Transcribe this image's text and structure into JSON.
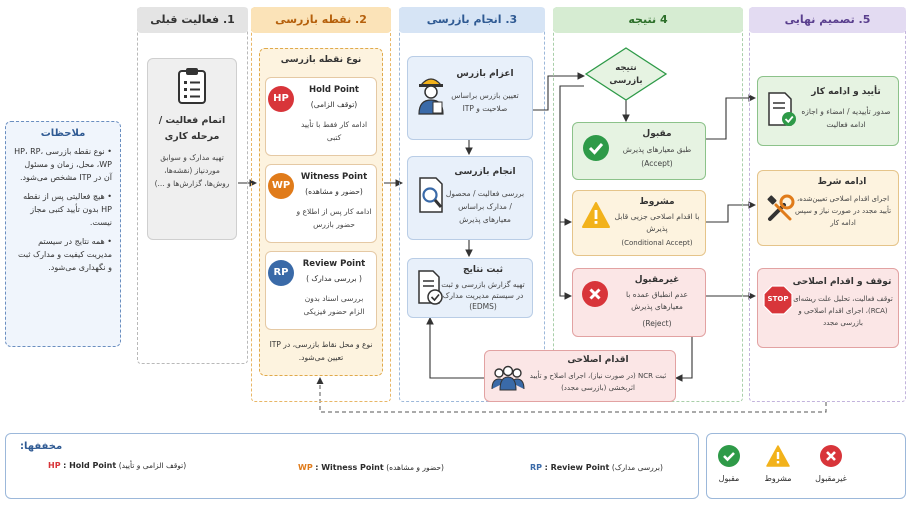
{
  "columns": {
    "c1": "1. فعالیت قبلی",
    "c2": "2. نقطه بازرسی",
    "c3": "3. انجام بازرسی",
    "c4": "4 نتیجه",
    "c5": "5. تصمیم نهایی"
  },
  "notes": {
    "title": "ملاحظات",
    "items": [
      "نوع نقطه بازرسی HP، RP، WP، محل، زمان و مسئول آن در ITP مشخص می‌شود.",
      "هیچ فعالیتی پس از نقطه HP بدون تأیید کتبی مجاز نیست.",
      "همه نتایج در سیستم مدیریت کیفیت و مدارک ثبت و نگهداری می‌شود."
    ]
  },
  "activity": {
    "title": "اتمام فعالیت / مرحله کاری",
    "body": "تهیه مدارک و سوابق موردنیاز (نقشه‌ها، روش‌ها، گزارش‌ها و ...)"
  },
  "inspection_points": {
    "header": "نوع نقطه بازرسی",
    "hp": {
      "badge": "HP",
      "name": "Hold Point",
      "sub": "(توقف الزامی)",
      "desc": "ادامه کار فقط با تأیید کتبی"
    },
    "wp": {
      "badge": "WP",
      "name": "Witness Point",
      "sub": "(حضور و مشاهده)",
      "desc": "ادامه کار پس از اطلاع و حضور بازرس"
    },
    "rp": {
      "badge": "RP",
      "name": "Review Point",
      "sub": "( بررسی مدارک )",
      "desc": "بررسی اسناد بدون الزام حضور فیزیکی"
    },
    "footer": "نوع و محل نقاط بازرسی، در ITP تعیین می‌شود."
  },
  "perform": {
    "dispatch": {
      "title": "اعزام بازرس",
      "body": "تعیین بازرس براساس صلاحیت و ITP"
    },
    "inspect": {
      "title": "انجام بازرسی",
      "body": "بررسی فعالیت / محصول / مدارک براساس معیارهای پذیرش"
    },
    "record": {
      "title": "ثبت نتایج",
      "body": "تهیه گزارش بازرسی و ثبت در سیستم مدیریت مدارک (EDMS)"
    }
  },
  "result": {
    "decision": "نتیجه بازرسی",
    "accept": {
      "title": "مقبول",
      "body": "طبق معیارهای پذیرش",
      "en": "(Accept)"
    },
    "conditional": {
      "title": "مشروط",
      "body": "با اقدام اصلاحی جزیی قابل پذیرش",
      "en": "(Conditional Accept)"
    },
    "reject": {
      "title": "غیرمقبول",
      "body": "عدم انطباق عمده با معیارهای پذیرش",
      "en": "(Reject)"
    },
    "corrective": {
      "title": "اقدام اصلاحی",
      "body": "ثبت NCR (در صورت نیاز)، اجرای اصلاح و تأیید اثربخشی (بازرسی مجدد)"
    }
  },
  "final": {
    "approve": {
      "title": "تأیید و ادامه کار",
      "body": "صدور تأییدیه / امضاء و اجازه ادامه فعالیت"
    },
    "continue": {
      "title": "ادامه شرط",
      "body": "اجرای اقدام اصلاحی تعیین‌شده، تأیید مجدد در صورت نیاز و سپس ادامه کار"
    },
    "stop": {
      "title": "توقف و اقدام اصلاحی",
      "body": "توقف فعالیت، تحلیل علت ریشه‌ای (RCA)، اجرای اقدام اصلاحی و بازرسی مجدد",
      "sign": "STOP"
    }
  },
  "abbrev": {
    "title": "مخففها:",
    "hp": {
      "code": "HP",
      "name": ": Hold Point",
      "desc": "(توقف الزامی و تأیید)"
    },
    "wp": {
      "code": "WP",
      "name": ": Witness Point",
      "desc": "(حضور و مشاهده)"
    },
    "rp": {
      "code": "RP",
      "name": ": Review Point",
      "desc": "(بررسی مدارک)"
    }
  },
  "legend": {
    "accept": "مقبول",
    "conditional": "مشروط",
    "reject": "غیرمقبول"
  },
  "colors": {
    "green": "#2e9a48",
    "orange": "#e07b1a",
    "red": "#d8353a",
    "blue": "#3a6aa8",
    "purple": "#6b4aa1",
    "amber": "#f2b21b"
  }
}
